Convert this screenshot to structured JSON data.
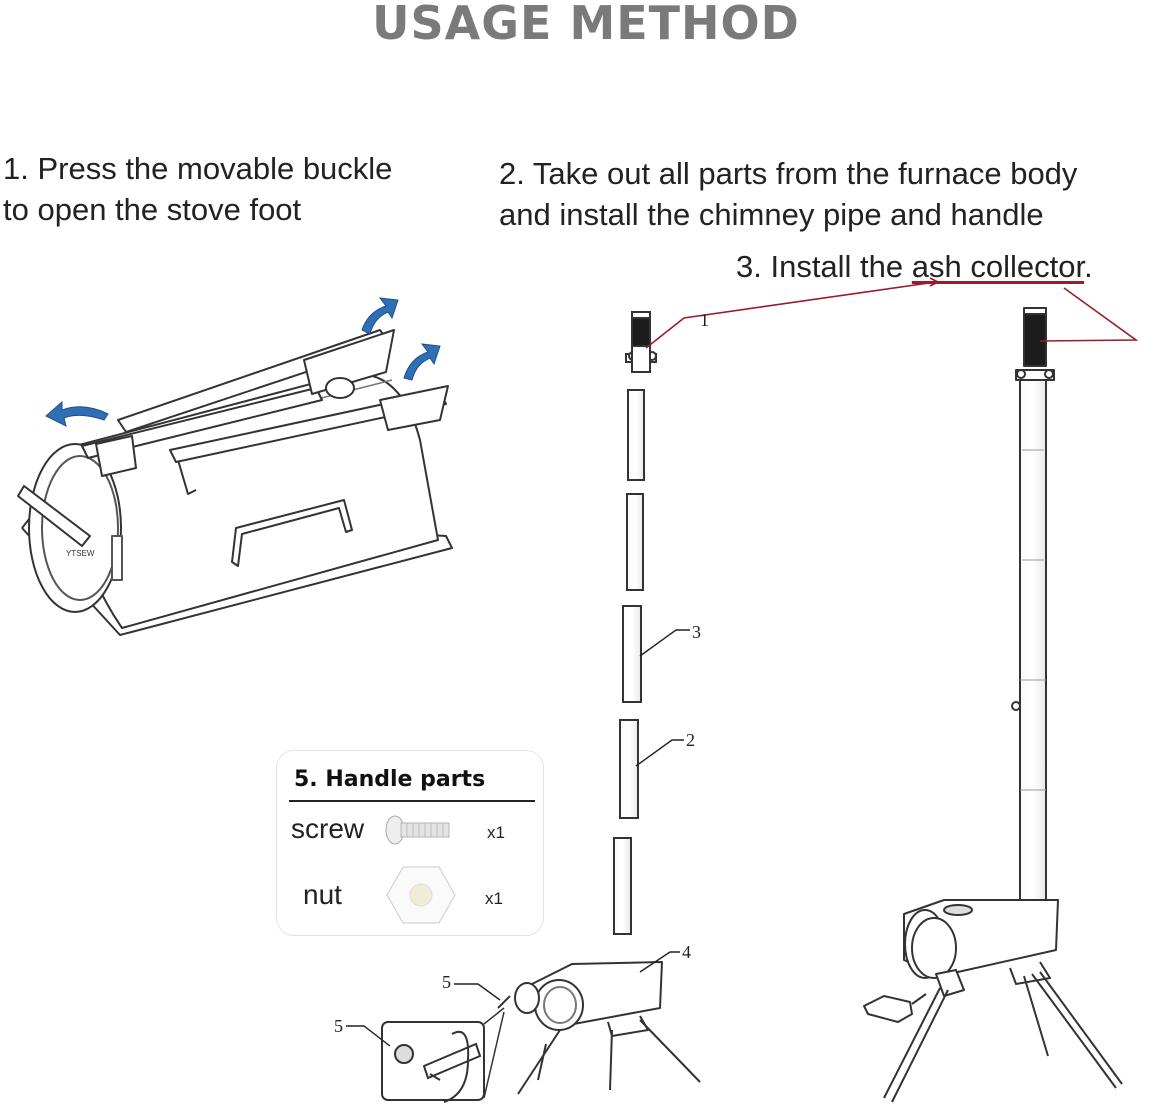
{
  "header": {
    "title": "USAGE METHOD"
  },
  "steps": {
    "step1_line1": "1. Press the movable buckle",
    "step1_line2": "to open the stove foot",
    "step2_line1": "2. Take out all parts from the furnace body",
    "step2_line2": "and install the chimney pipe and handle",
    "step3_prefix": "3. Install the ",
    "step3_underlined": "ash collector",
    "step3_suffix": "."
  },
  "callouts": {
    "spark_arrestor": "1",
    "pipe_section_a": "3",
    "pipe_section_b": "2",
    "stove_body": "4",
    "handle": "5",
    "handle_detail": "5"
  },
  "handle_parts": {
    "title": "5. Handle parts",
    "items": [
      {
        "name": "screw",
        "qty": "x1",
        "icon": "screw-icon"
      },
      {
        "name": "nut",
        "qty": "x1",
        "icon": "hex-nut-icon"
      }
    ]
  },
  "colors": {
    "title": "#7a7a7a",
    "arrow_blue": "#2f6fb6",
    "leader_red": "#9a1c2a",
    "chimney_cap": "#1c1c1c"
  }
}
